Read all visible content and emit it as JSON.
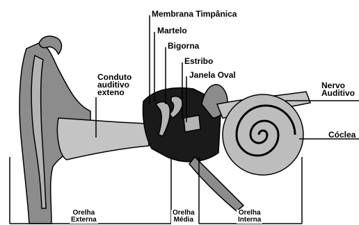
{
  "colors": {
    "outline": "#000000",
    "tissue": "#8c8c8c",
    "tissue_light": "#b4b4b4",
    "canal": "#c4c4c4",
    "dark": "#1a1a1a",
    "cochlea": "#bdbdbd"
  },
  "labels": {
    "membrana_timpanica": "Membrana Timpânica",
    "martelo": "Martelo",
    "bigorna": "Bigorna",
    "estribo": "Estribo",
    "janela_oval": "Janela Oval",
    "conduto_auditivo": "Conduto\nauditivo\nexteno",
    "nervo_auditivo": "Nervo\nAuditivo",
    "coclea": "Cóclea"
  },
  "regions": {
    "externa": "Orelha\nExterna",
    "media": "Orelha\nMédia",
    "interna": "Orelha\nInterna"
  }
}
